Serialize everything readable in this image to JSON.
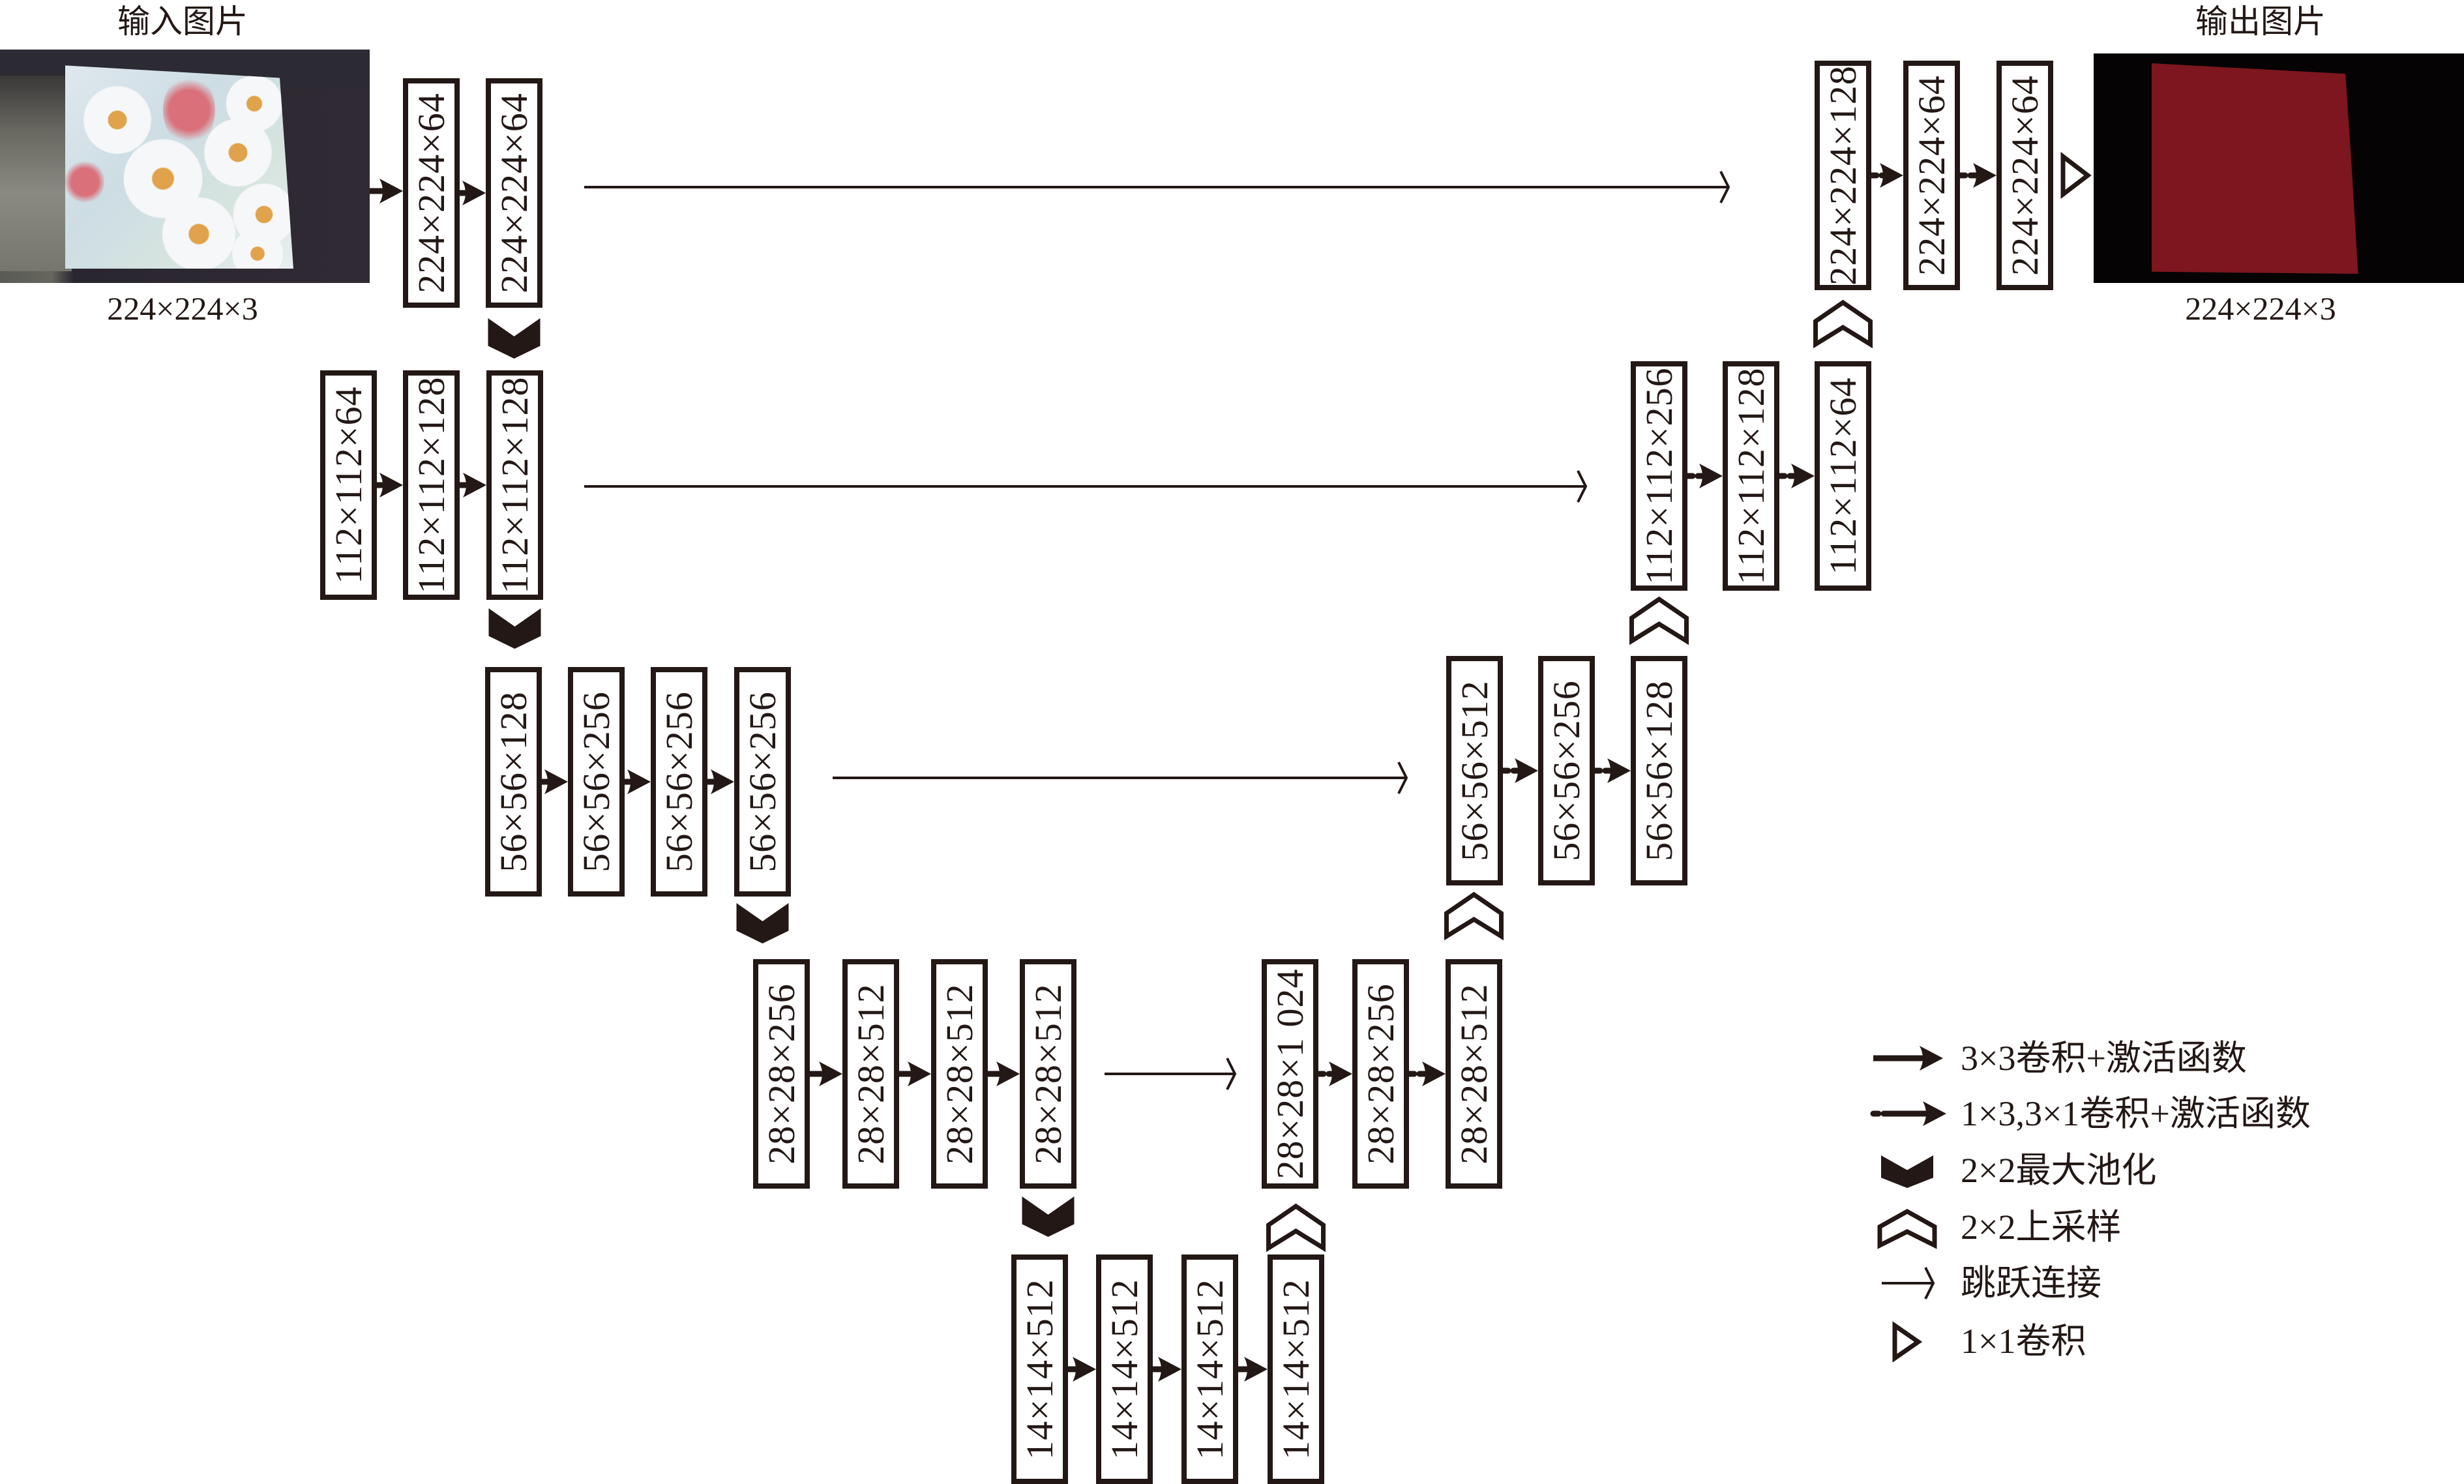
{
  "figure": {
    "input_title": "输入图片",
    "output_title": "输出图片",
    "input_caption": "224×224×3",
    "output_caption": "224×224×3",
    "colors": {
      "ink": "#231815",
      "mask": "#7d161e",
      "mask_background": "#050304"
    }
  },
  "encoder": {
    "level_224": [
      "224×224×64",
      "224×224×64"
    ],
    "level_112": [
      "112×112×64",
      "112×112×128",
      "112×112×128"
    ],
    "level_56": [
      "56×56×128",
      "56×56×256",
      "56×56×256",
      "56×56×256"
    ],
    "level_28": [
      "28×28×256",
      "28×28×512",
      "28×28×512",
      "28×28×512"
    ]
  },
  "bottleneck": {
    "level_14": [
      "14×14×512",
      "14×14×512",
      "14×14×512",
      "14×14×512"
    ]
  },
  "decoder": {
    "level_28": [
      "28×28×1 024",
      "28×28×256",
      "28×28×512"
    ],
    "level_56": [
      "56×56×512",
      "56×56×256",
      "56×56×128"
    ],
    "level_112": [
      "112×112×256",
      "112×112×128",
      "112×112×64"
    ],
    "level_224": [
      "224×224×128",
      "224×224×64",
      "224×224×64"
    ]
  },
  "legend": [
    {
      "icon": "solid-arrow-icon",
      "label": "3×3卷积+激活函数"
    },
    {
      "icon": "dashed-arrow-icon",
      "label": "1×3,3×1卷积+激活函数"
    },
    {
      "icon": "max-pool-chevron-icon",
      "label": "2×2最大池化"
    },
    {
      "icon": "upsample-chevron-icon",
      "label": "2×2上采样"
    },
    {
      "icon": "skip-arrow-icon",
      "label": "跳跃连接"
    },
    {
      "icon": "conv1x1-triangle-icon",
      "label": "1×1卷积"
    }
  ]
}
